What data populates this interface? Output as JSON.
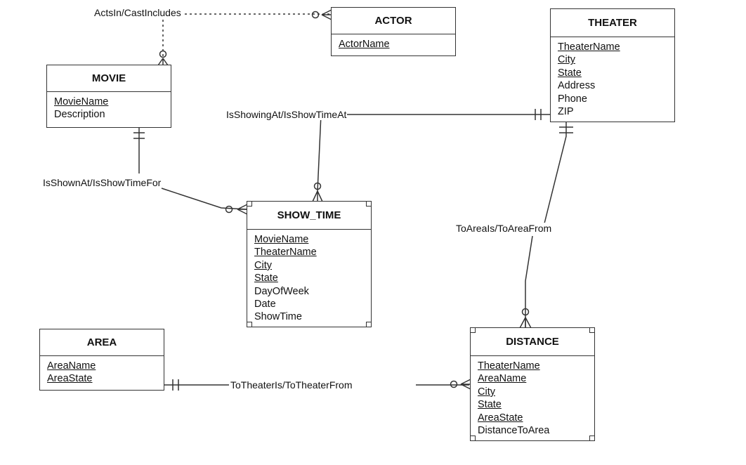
{
  "entities": {
    "actor": {
      "name": "ACTOR",
      "attributes": [
        {
          "name": "ActorName",
          "key": true
        }
      ]
    },
    "theater": {
      "name": "THEATER",
      "attributes": [
        {
          "name": "TheaterName",
          "key": true
        },
        {
          "name": "City",
          "key": true
        },
        {
          "name": "State",
          "key": true
        },
        {
          "name": "Address",
          "key": false
        },
        {
          "name": "Phone",
          "key": false
        },
        {
          "name": "ZIP",
          "key": false
        }
      ]
    },
    "movie": {
      "name": "MOVIE",
      "attributes": [
        {
          "name": "MovieName",
          "key": true
        },
        {
          "name": "Description",
          "key": false
        }
      ]
    },
    "show_time": {
      "name": "SHOW_TIME",
      "attributes": [
        {
          "name": "MovieName",
          "key": true
        },
        {
          "name": "TheaterName",
          "key": true
        },
        {
          "name": "City",
          "key": true
        },
        {
          "name": "State",
          "key": true
        },
        {
          "name": "DayOfWeek",
          "key": false
        },
        {
          "name": "Date",
          "key": false
        },
        {
          "name": "ShowTime",
          "key": false
        }
      ]
    },
    "area": {
      "name": "AREA",
      "attributes": [
        {
          "name": "AreaName",
          "key": true
        },
        {
          "name": "AreaState",
          "key": true
        }
      ]
    },
    "distance": {
      "name": "DISTANCE",
      "attributes": [
        {
          "name": "TheaterName",
          "key": true
        },
        {
          "name": "AreaName",
          "key": true
        },
        {
          "name": "City",
          "key": true
        },
        {
          "name": "State",
          "key": true
        },
        {
          "name": "AreaState",
          "key": true
        },
        {
          "name": "DistanceToArea",
          "key": false
        }
      ]
    }
  },
  "relationships": {
    "acts_in": {
      "label": "ActsIn/CastIncludes",
      "identifying": false
    },
    "showing_at": {
      "label": "IsShowingAt/IsShowTimeAt",
      "identifying": true
    },
    "shown_at": {
      "label": "IsShownAt/IsShowTimeFor",
      "identifying": true
    },
    "to_areas": {
      "label": "ToAreaIs/ToAreaFrom",
      "identifying": true
    },
    "to_theater": {
      "label": "ToTheaterIs/ToTheaterFrom",
      "identifying": true
    }
  }
}
